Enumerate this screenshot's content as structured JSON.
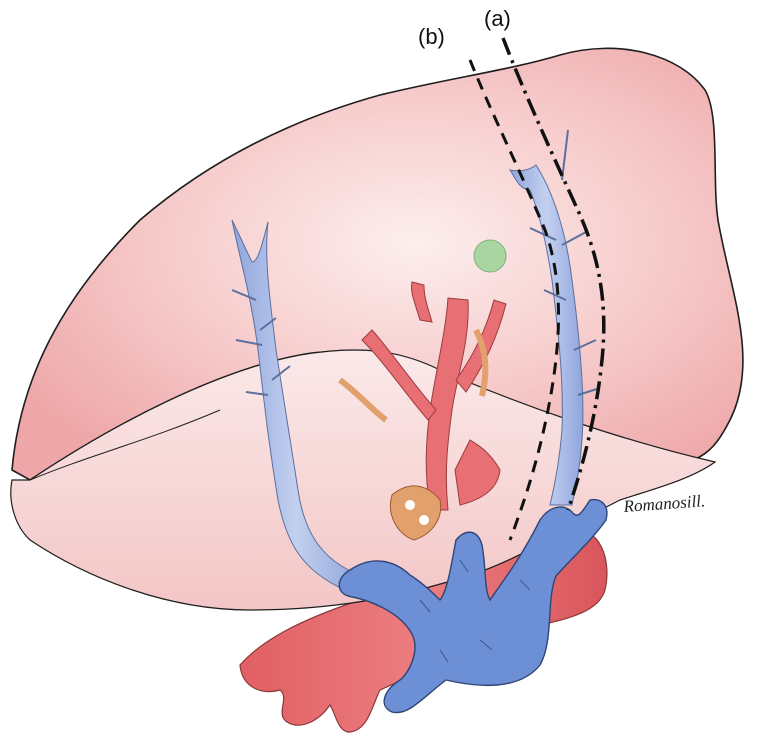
{
  "labels": {
    "line_a": "(a)",
    "line_b": "(b)"
  },
  "signature": "Romanosill.",
  "colors": {
    "liver_surface": "#f2b4b4",
    "liver_highlight": "#fbe4e4",
    "hepatic_vein": "#a9bbe6",
    "portal_vessel": "#e86f73",
    "vena_cava_blue": "#6d8fd6",
    "lesion": "#a8d5a2",
    "biliary": "#e2a06c"
  }
}
